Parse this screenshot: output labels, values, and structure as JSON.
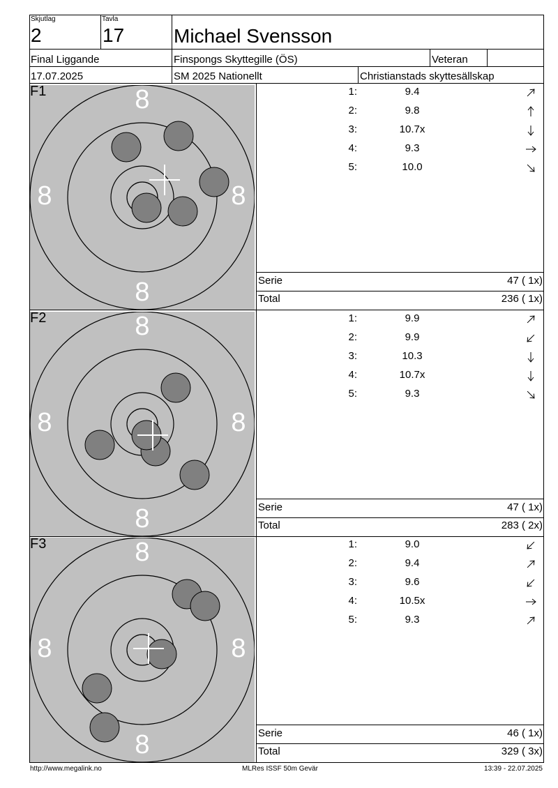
{
  "header": {
    "skjutlag_label": "Skjutlag",
    "skjutlag_value": "2",
    "tavla_label": "Tavla",
    "tavla_value": "17",
    "name": "Michael Svensson",
    "event": "Final Liggande",
    "club": "Finspongs Skyttegille (ÖS)",
    "class": "Veteran",
    "date": "17.07.2025",
    "competition": "SM 2025 Nationellt",
    "organizer": "Christianstads skyttesällskap"
  },
  "ring_number": "8",
  "colors": {
    "target_bg": "#c0c0c0",
    "shot": "#808080",
    "shot_outline": "#000000",
    "center_cross": "#ffffff"
  },
  "series": [
    {
      "label": "F1",
      "shots": [
        {
          "n": "1:",
          "value": "9.4",
          "arrow": "up-right"
        },
        {
          "n": "2:",
          "value": "9.8",
          "arrow": "up"
        },
        {
          "n": "3:",
          "value": "10.7x",
          "arrow": "down"
        },
        {
          "n": "4:",
          "value": "9.3",
          "arrow": "right"
        },
        {
          "n": "5:",
          "value": "10.0",
          "arrow": "down-right"
        }
      ],
      "serie_label": "Serie",
      "serie_value": "47 ( 1x)",
      "total_label": "Total",
      "total_value": "236 ( 1x)"
    },
    {
      "label": "F2",
      "shots": [
        {
          "n": "1:",
          "value": "9.9",
          "arrow": "up-right"
        },
        {
          "n": "2:",
          "value": "9.9",
          "arrow": "down-left"
        },
        {
          "n": "3:",
          "value": "10.3",
          "arrow": "down"
        },
        {
          "n": "4:",
          "value": "10.7x",
          "arrow": "down"
        },
        {
          "n": "5:",
          "value": "9.3",
          "arrow": "down-right"
        }
      ],
      "serie_label": "Serie",
      "serie_value": "47 ( 1x)",
      "total_label": "Total",
      "total_value": "283 ( 2x)"
    },
    {
      "label": "F3",
      "shots": [
        {
          "n": "1:",
          "value": "9.0",
          "arrow": "down-left"
        },
        {
          "n": "2:",
          "value": "9.4",
          "arrow": "up-right"
        },
        {
          "n": "3:",
          "value": "9.6",
          "arrow": "down-left"
        },
        {
          "n": "4:",
          "value": "10.5x",
          "arrow": "right"
        },
        {
          "n": "5:",
          "value": "9.3",
          "arrow": "up-right"
        }
      ],
      "serie_label": "Serie",
      "serie_value": "46 ( 1x)",
      "total_label": "Total",
      "total_value": "329 ( 3x)"
    }
  ],
  "footer": {
    "url": "http://www.megalink.no",
    "software": "MLRes ISSF 50m Gevär",
    "timestamp": "13:39 - 22.07.2025"
  }
}
